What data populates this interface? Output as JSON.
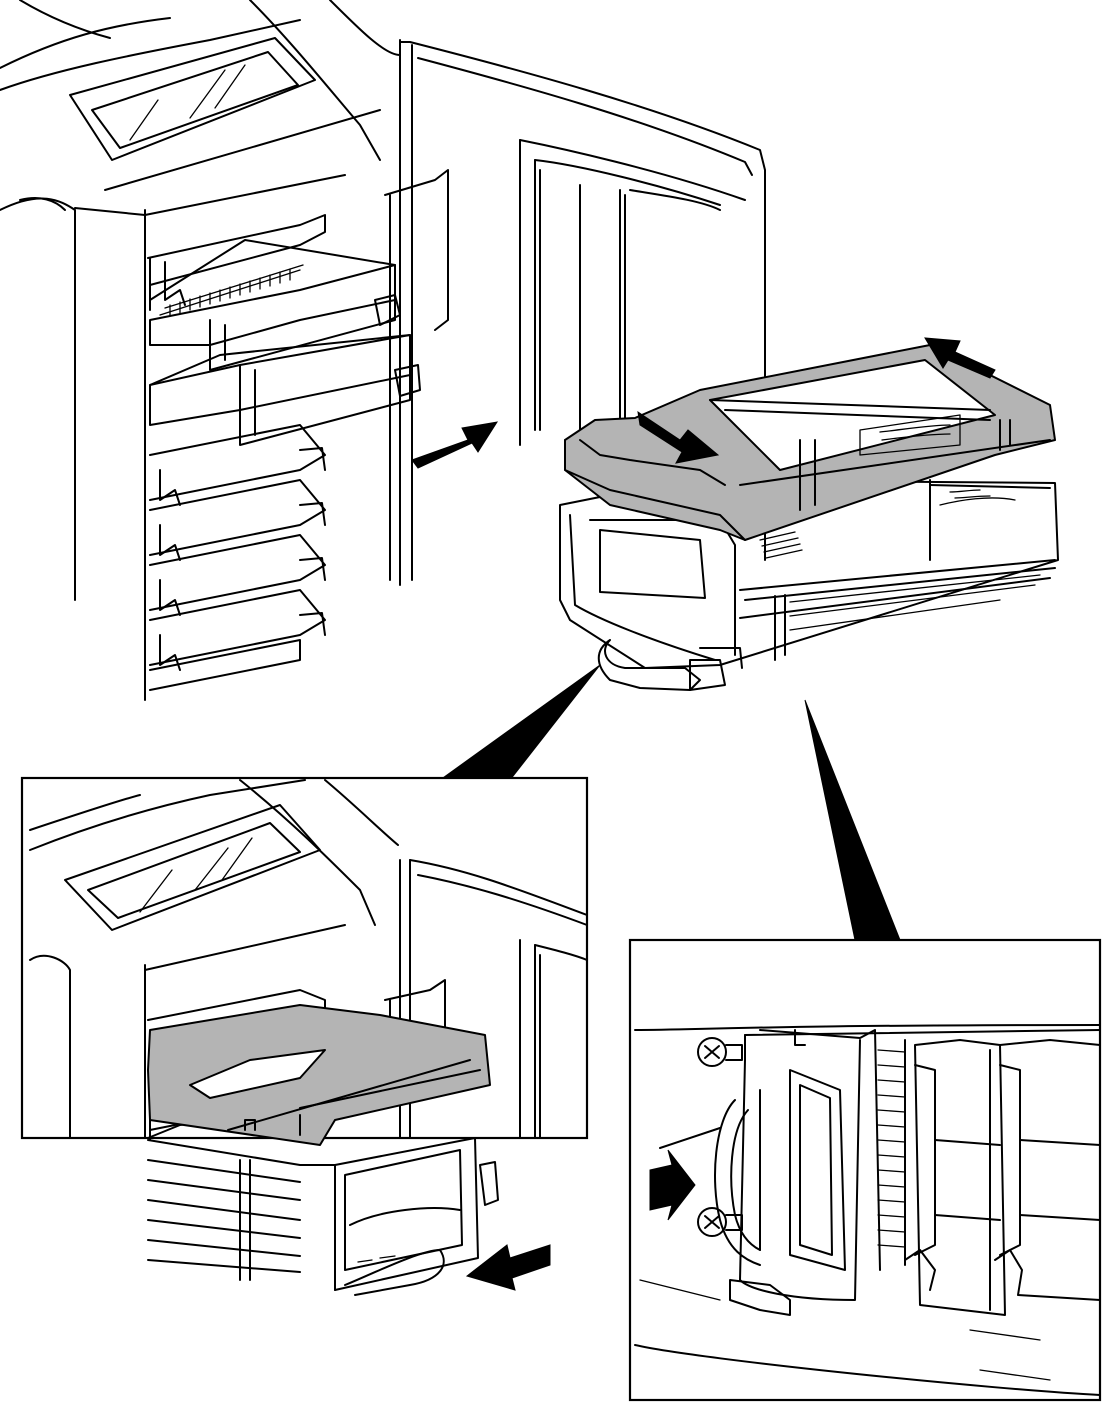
{
  "diagram": {
    "kind": "technical-line-drawing",
    "colors": {
      "line": "#000000",
      "background": "#ffffff",
      "shaded_part": "#b4b4b4"
    },
    "arrows": {
      "remove_cartridge": "outward",
      "grip_top_clip": "inward",
      "grip_front_clip": "inward",
      "insert_cartridge": "inward",
      "push_until_latched": "inward"
    },
    "callouts": [
      "detail-inserted-cartridge",
      "detail-latch-view"
    ]
  }
}
